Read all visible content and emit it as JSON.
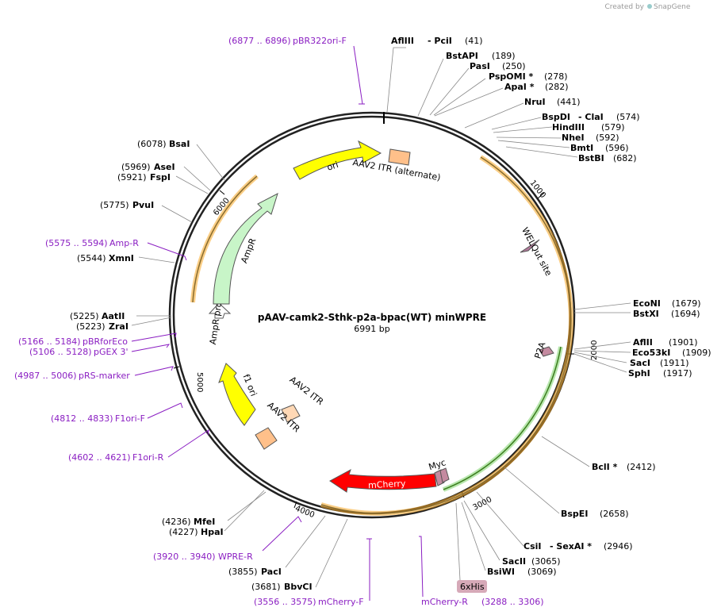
{
  "map": {
    "title": "pAAV-camk2-Sthk-p2a-bpac(WT) minWPRE",
    "length_label": "6991 bp",
    "watermark": "Created by",
    "watermark_brand": "SnapGene"
  },
  "ticks": [
    "1000",
    "2000",
    "3000",
    "4000",
    "5000",
    "6000"
  ],
  "features": [
    {
      "label": "ori",
      "color": "#ffff00"
    },
    {
      "label": "AAV2 ITR (alternate)",
      "color": "#ffc08a"
    },
    {
      "label": "WELQut site",
      "color": "#b27a9b"
    },
    {
      "label": "P2A",
      "color": "#c48aa0"
    },
    {
      "label": "Myc",
      "color": "#c48aa0"
    },
    {
      "label": "mCherry",
      "color": "#ff0000"
    },
    {
      "label": "AAV2 ITR",
      "color": "#ffc08a"
    },
    {
      "label": "AAV2 ITR",
      "color": "#ffc08a"
    },
    {
      "label": "f1 ori",
      "color": "#ffff00"
    },
    {
      "label": "AmpR promoter",
      "color": "#ffffff"
    },
    {
      "label": "AmpR",
      "color": "#c8f5c8"
    },
    {
      "label": "6xHis",
      "color": "#d6a9b8"
    }
  ],
  "enzymes": [
    {
      "name": "AflIII",
      "pos": ""
    },
    {
      "name": "- PciI",
      "pos": "(41)"
    },
    {
      "name": "BstAPI",
      "pos": "(189)"
    },
    {
      "name": "PasI",
      "pos": "(250)"
    },
    {
      "name": "PspOMI *",
      "pos": "(278)"
    },
    {
      "name": "ApaI *",
      "pos": "(282)"
    },
    {
      "name": "NruI",
      "pos": "(441)"
    },
    {
      "name": "BspDI",
      "pos": ""
    },
    {
      "name": "- ClaI",
      "pos": "(574)"
    },
    {
      "name": "HindIII",
      "pos": "(579)"
    },
    {
      "name": "NheI",
      "pos": "(592)"
    },
    {
      "name": "BmtI",
      "pos": "(596)"
    },
    {
      "name": "BstBI",
      "pos": "(682)"
    },
    {
      "name": "EcoNI",
      "pos": "(1679)"
    },
    {
      "name": "BstXI",
      "pos": "(1694)"
    },
    {
      "name": "AflII",
      "pos": "(1901)"
    },
    {
      "name": "Eco53kI",
      "pos": "(1909)"
    },
    {
      "name": "SacI",
      "pos": "(1911)"
    },
    {
      "name": "SphI",
      "pos": "(1917)"
    },
    {
      "name": "BclI *",
      "pos": "(2412)"
    },
    {
      "name": "BspEI",
      "pos": "(2658)"
    },
    {
      "name": "CsiI",
      "pos": ""
    },
    {
      "name": "- SexAI *",
      "pos": "(2946)"
    },
    {
      "name": "SacII",
      "pos": "(3065)"
    },
    {
      "name": "BsiWI",
      "pos": "(3069)"
    },
    {
      "name": "PacI",
      "pos": "(3855)"
    },
    {
      "name": "BbvCI",
      "pos": "(3681)"
    },
    {
      "name": "MfeI",
      "pos": "(4236)"
    },
    {
      "name": "HpaI",
      "pos": "(4227)"
    },
    {
      "name": "ZraI",
      "pos": "(5223)"
    },
    {
      "name": "AatII",
      "pos": "(5225)"
    },
    {
      "name": "XmnI",
      "pos": "(5544)"
    },
    {
      "name": "PvuI",
      "pos": "(5775)"
    },
    {
      "name": "FspI",
      "pos": "(5921)"
    },
    {
      "name": "AseI",
      "pos": "(5969)"
    },
    {
      "name": "BsaI",
      "pos": "(6078)"
    }
  ],
  "primers": [
    {
      "range": "(6877 .. 6896)",
      "name": "pBR322ori-F"
    },
    {
      "range": "(5575 .. 5594)",
      "name": "Amp-R"
    },
    {
      "range": "(5166 .. 5184)",
      "name": "pBRforEco"
    },
    {
      "range": "(5106 .. 5128)",
      "name": "pGEX 3'"
    },
    {
      "range": "(4987 .. 5006)",
      "name": "pRS-marker"
    },
    {
      "range": "(4812 .. 4833)",
      "name": "F1ori-F"
    },
    {
      "range": "(4602 .. 4621)",
      "name": "F1ori-R"
    },
    {
      "range": "(3920 .. 3940)",
      "name": "WPRE-R"
    },
    {
      "range": "(3556 .. 3575)",
      "name": "mCherry-F"
    },
    {
      "range": "(3288 .. 3306)",
      "name": "mCherry-R"
    }
  ]
}
